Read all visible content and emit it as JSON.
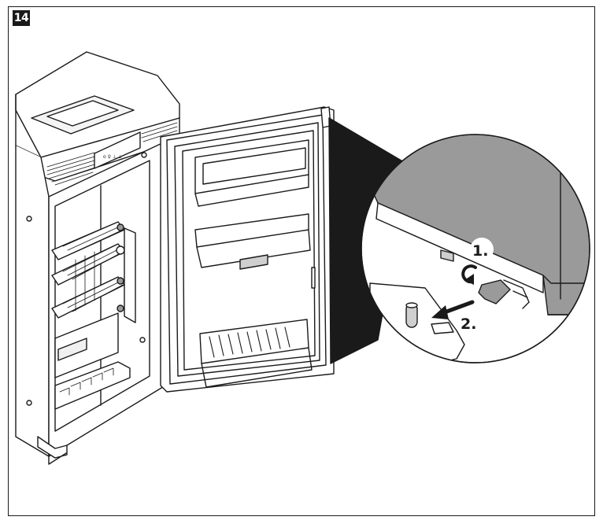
{
  "figure": {
    "number": "14"
  },
  "steps": [
    {
      "label": "1."
    },
    {
      "label": "2."
    }
  ],
  "colors": {
    "line": "#1a1a1a",
    "detail_fill": "#9a9a9a",
    "grey_fill": "#cfcfcf",
    "frame": "#1a1a1a"
  }
}
